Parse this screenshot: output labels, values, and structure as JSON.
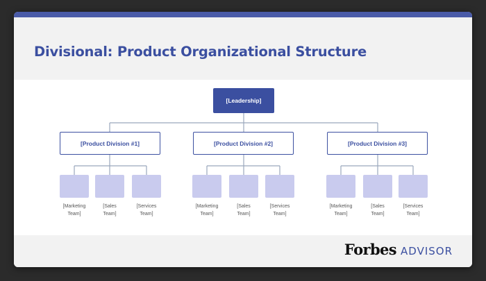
{
  "slide": {
    "title": "Divisional: Product Organizational Structure",
    "colors": {
      "brand": "#3b4fa0",
      "team_fill": "#c9cbee",
      "connector": "#9aa7bc",
      "header_bg": "#f2f2f2"
    }
  },
  "org": {
    "leader": "[Leadership]",
    "divisions": [
      {
        "label": "[Product Division #1]",
        "teams": [
          {
            "line1": "[Marketing",
            "line2": "Team]"
          },
          {
            "line1": "[Sales",
            "line2": "Team]"
          },
          {
            "line1": "[Services",
            "line2": "Team]"
          }
        ]
      },
      {
        "label": "[Product Division #2]",
        "teams": [
          {
            "line1": "[Marketing",
            "line2": "Team]"
          },
          {
            "line1": "[Sales",
            "line2": "Team]"
          },
          {
            "line1": "[Services",
            "line2": "Team]"
          }
        ]
      },
      {
        "label": "[Product Division #3]",
        "teams": [
          {
            "line1": "[Marketing",
            "line2": "Team]"
          },
          {
            "line1": "[Sales",
            "line2": "Team]"
          },
          {
            "line1": "[Services",
            "line2": "Team]"
          }
        ]
      }
    ]
  },
  "footer": {
    "logo_wordmark": "Forbes",
    "logo_suffix": "ADVISOR"
  }
}
